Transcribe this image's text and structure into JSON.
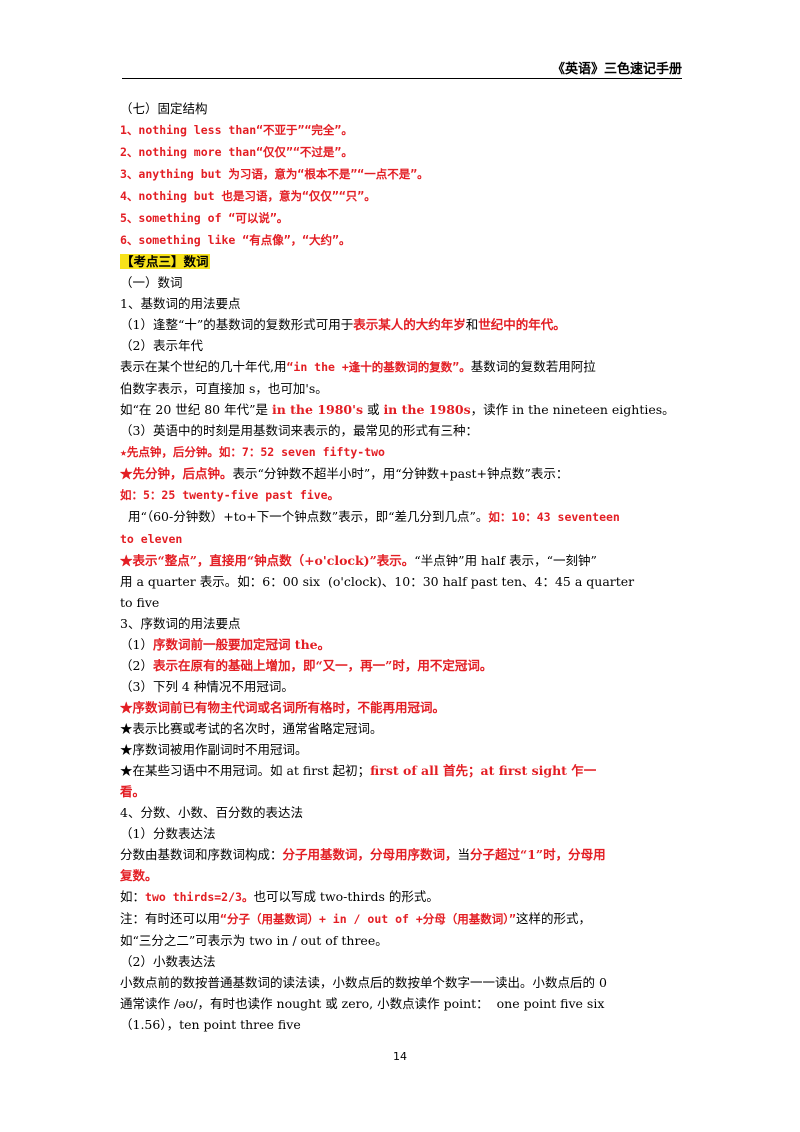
{
  "header": {
    "title": "《英语》三色速记手册"
  },
  "page_number": "14",
  "colors": {
    "red": "#e31e24",
    "highlight": "#f7e21a",
    "text": "#000000"
  },
  "lines": [
    [
      {
        "t": "（七）固定结构"
      }
    ],
    [
      {
        "t": "1、nothing less than“不亚于”“完全”。",
        "s": "red mono"
      }
    ],
    [
      {
        "t": "2、nothing more than“仅仅”“不过是”。",
        "s": "red mono"
      }
    ],
    [
      {
        "t": "3、anything but 为习语，意为“根本不是”“一点不是”。",
        "s": "red mono"
      }
    ],
    [
      {
        "t": "4、nothing but 也是习语，意为“仅仅”“只”。",
        "s": "red mono"
      }
    ],
    [
      {
        "t": "5、something of “可以说”。",
        "s": "red mono"
      }
    ],
    [
      {
        "t": "6、something like “有点像”，“大约”。",
        "s": "red mono"
      }
    ],
    [
      {
        "t": "【考点三】数词",
        "s": "hl"
      }
    ],
    [
      {
        "t": "（一）数词"
      }
    ],
    [
      {
        "t": "1、基数词的用法要点"
      }
    ],
    [
      {
        "t": "（1）逢整“十”的基数词的复数形式可用于"
      },
      {
        "t": "表示某人的大约年岁",
        "s": "red"
      },
      {
        "t": "和"
      },
      {
        "t": "世纪中的年代。",
        "s": "red"
      }
    ],
    [
      {
        "t": "（2）表示年代"
      }
    ],
    [
      {
        "t": "表示在某个世纪的几十年代,用"
      },
      {
        "t": "“in the +逢十的基数词的复数”。",
        "s": "red mono"
      },
      {
        "t": "基数词的复数若用阿拉"
      }
    ],
    [
      {
        "t": "伯数字表示，可直接加 s，也可加's。"
      }
    ],
    [
      {
        "t": "如“在 20 世纪 80 年代”是 "
      },
      {
        "t": "in the 1980's",
        "s": "red"
      },
      {
        "t": " 或 "
      },
      {
        "t": "in the 1980s",
        "s": "red"
      },
      {
        "t": "，读作 in the nineteen eighties。"
      }
    ],
    [
      {
        "t": "（3）英语中的时刻是用基数词来表示的，最常见的形式有三种："
      }
    ],
    [
      {
        "t": "★先点钟，后分钟。如：7：52 seven fifty-two",
        "s": "red mono"
      }
    ],
    [
      {
        "t": "★先分钟，后点钟。",
        "s": "red"
      },
      {
        "t": "表示“分钟数不超半小时”，用“分钟数+past+钟点数”表示："
      }
    ],
    [
      {
        "t": "如：5：25 twenty-five past five。",
        "s": "red mono"
      }
    ],
    [
      {
        "t": "  用“（60-分钟数）+to+下一个钟点数”表示，即“差几分到几点”。"
      },
      {
        "t": "如：10：43 seventeen",
        "s": "red mono"
      }
    ],
    [
      {
        "t": "to eleven",
        "s": "red mono"
      }
    ],
    [
      {
        "t": "★表示“整点”，直接用“钟点数（+o'clock)”表示。",
        "s": "red"
      },
      {
        "t": "“半点钟”用 half 表示，“一刻钟”"
      }
    ],
    [
      {
        "t": "用 a quarter 表示。如：6：00 six  (o'clock)、10：30 half past ten、4：45 a quarter"
      }
    ],
    [
      {
        "t": "to five"
      }
    ],
    [
      {
        "t": "3、序数词的用法要点"
      }
    ],
    [
      {
        "t": "（1）"
      },
      {
        "t": "序数词前一般要加定冠词 the。",
        "s": "red"
      }
    ],
    [
      {
        "t": "（2）"
      },
      {
        "t": "表示在原有的基础上增加，即“又一，再一”时，用不定冠词。",
        "s": "red"
      }
    ],
    [
      {
        "t": "（3）下列 4 种情况不用冠词。"
      }
    ],
    [
      {
        "t": "★序数词前已有物主代词或名词所有格时，不能再用冠词。",
        "s": "red"
      }
    ],
    [
      {
        "t": "★表示比赛或考试的名次时，通常省略定冠词。"
      }
    ],
    [
      {
        "t": "★序数词被用作副词时不用冠词。"
      }
    ],
    [
      {
        "t": "★在某些习语中不用冠词。如 at first 起初；"
      },
      {
        "t": "first of all 首先；at first sight 乍一",
        "s": "red"
      }
    ],
    [
      {
        "t": "看。",
        "s": "red"
      }
    ],
    [
      {
        "t": "4、分数、小数、百分数的表达法"
      }
    ],
    [
      {
        "t": "（1）分数表达法"
      }
    ],
    [
      {
        "t": "分数由基数词和序数词构成："
      },
      {
        "t": "分子用基数词，分母用序数词，",
        "s": "red"
      },
      {
        "t": "当"
      },
      {
        "t": "分子超过“1”时，分母用",
        "s": "red"
      }
    ],
    [
      {
        "t": "复数。",
        "s": "red"
      }
    ],
    [
      {
        "t": "如："
      },
      {
        "t": "two thirds=2/3。",
        "s": "red mono"
      },
      {
        "t": "也可以写成 two-thirds 的形式。"
      }
    ],
    [
      {
        "t": "注：有时还可以用"
      },
      {
        "t": "“分子（用基数词）+ in / out of +分母（用基数词）”",
        "s": "red mono"
      },
      {
        "t": "这样的形式，"
      }
    ],
    [
      {
        "t": "如“三分之二”可表示为 two in / out of three。"
      }
    ],
    [
      {
        "t": "（2）小数表达法"
      }
    ],
    [
      {
        "t": "小数点前的数按普通基数词的读法读，小数点后的数按单个数字一一读出。小数点后的 0"
      }
    ],
    [
      {
        "t": "通常读作 /əʊ/，有时也读作 nought 或 zero, 小数点读作 point：  one point five six"
      }
    ],
    [
      {
        "t": "（1.56），ten point three five"
      }
    ]
  ]
}
